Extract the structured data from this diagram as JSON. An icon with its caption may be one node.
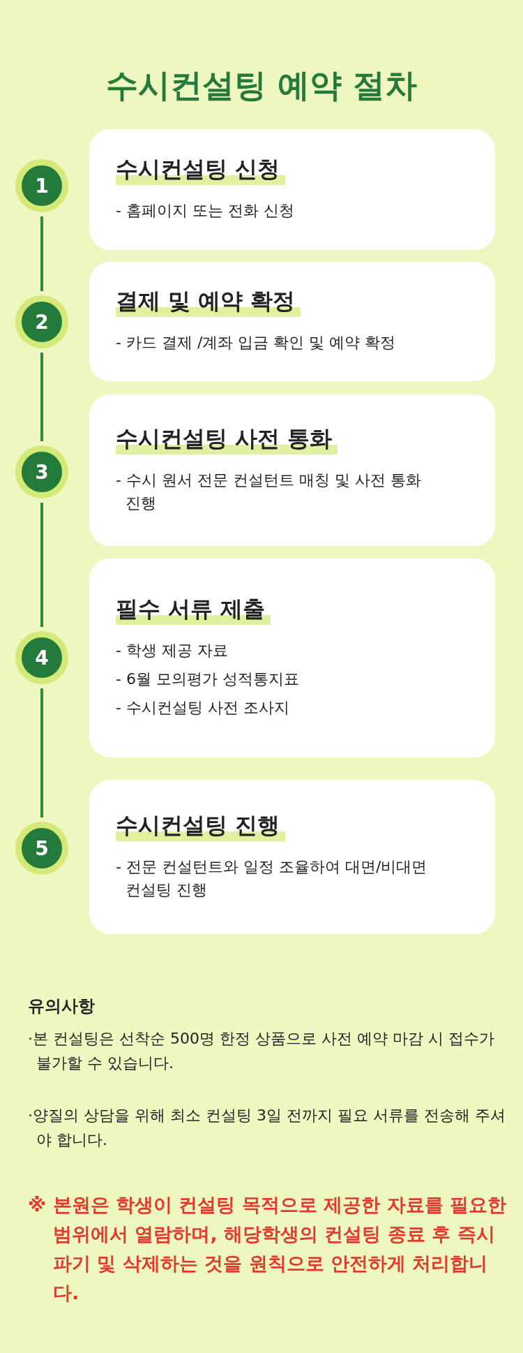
{
  "diagram": {
    "title": "수시컨설팅 예약 절차",
    "nodes": [
      {
        "text": [
          "1"
        ]
      },
      {
        "text": [
          "수시컨설팅 신청",
          "- 홈페이지 또는 전화 신청"
        ]
      },
      {
        "text": [
          "2"
        ]
      },
      {
        "text": [
          "결제 및 예약 확정",
          "- 카드 결제 /계좌 입금 확인 및 예약 확정"
        ]
      },
      {
        "text": [
          "3"
        ]
      },
      {
        "text": [
          "수시컨설팅 사전 통화",
          "- 수시 원서 전문 컨설턴트 매칭 및 사전 통화 진행"
        ]
      },
      {
        "text": [
          "4"
        ]
      },
      {
        "text": [
          "필수 서류 제출",
          "- 학생 제공 자료",
          "- 6월 모의평가 성적통지표",
          "- 수시컨설팅 사전 조사지"
        ]
      },
      {
        "text": [
          "5"
        ]
      },
      {
        "text": [
          "수시컨설팅 진행",
          "- 전문 컨설턴트와 일정 조율하여 대면/비대면 컨설팅 진행"
        ]
      }
    ],
    "edges": [
      {
        "from": 0,
        "to": 2,
        "arrow": "none"
      },
      {
        "from": 2,
        "to": 4,
        "arrow": "none"
      },
      {
        "from": 4,
        "to": 6,
        "arrow": "none"
      },
      {
        "from": 6,
        "to": 8,
        "arrow": "none"
      }
    ],
    "labels": [
      "유의사항",
      "·본 컨설팅은 선착순 500명 한정 상품으로 사전 예약 마감 시 접수가 불가할 수 있습니다.",
      "·양질의 상담을 위해 최소 컨설팅 3일 전까지 필요 서류를 전송해 주셔야 합니다.",
      "※ 본원은 학생이 컨설팅 목적으로 제공한 자료를 필요한 범위에서 열람하며, 해당학생의 컨설팅 종료 후 즉시 파기 및 삭제하는 것을 원칙으로 안전하게 처리합니다."
    ]
  }
}
